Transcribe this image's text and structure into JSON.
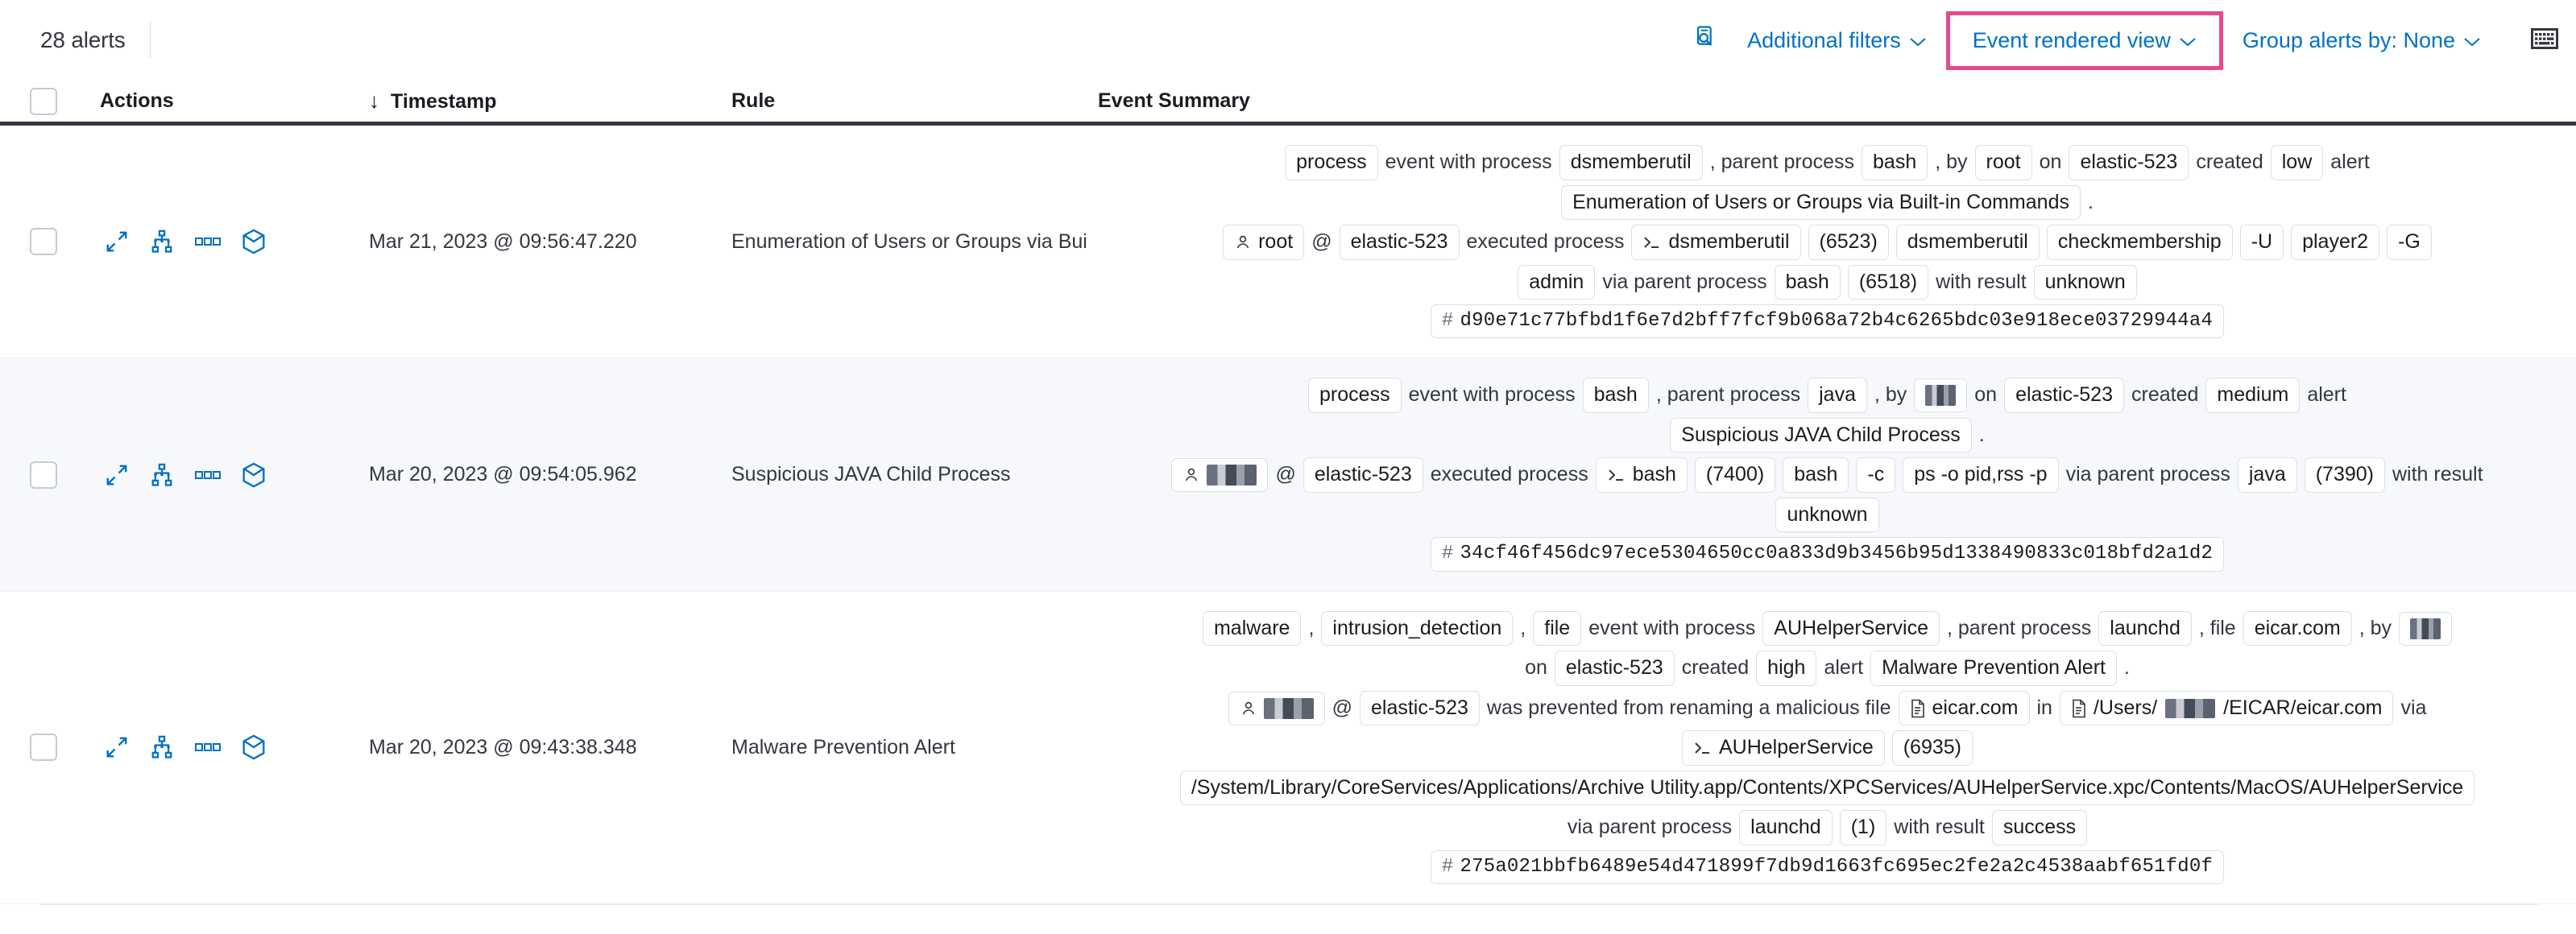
{
  "toolbar": {
    "alerts_count": "28 alerts",
    "inspect_icon": "inspect-search-icon",
    "additional_filters": "Additional filters",
    "event_rendered_view": "Event rendered view",
    "group_alerts_by": "Group alerts by: None",
    "keyboard_icon": "keyboard-icon",
    "chevron": "⌄",
    "highlight_color": "#e9488a",
    "link_color": "#0071c2"
  },
  "table": {
    "columns": {
      "actions": "Actions",
      "timestamp": "Timestamp",
      "rule": "Rule",
      "event_summary": "Event Summary",
      "sort_arrow": "↓"
    },
    "row_icons": [
      "expand-icon",
      "analyzer-icon",
      "more-actions-icon",
      "session-view-icon"
    ],
    "rows": [
      {
        "timestamp": "Mar 21, 2023 @ 09:56:47.220",
        "rule": "Enumeration of Users or Groups via Bui",
        "lines": [
          [
            {
              "t": "chip",
              "v": "process"
            },
            {
              "t": "text",
              "v": "event with process"
            },
            {
              "t": "chip",
              "v": "dsmemberutil"
            },
            {
              "t": "text",
              "v": ", parent process"
            },
            {
              "t": "chip",
              "v": "bash"
            },
            {
              "t": "text",
              "v": ", by"
            },
            {
              "t": "chip",
              "v": "root"
            },
            {
              "t": "text",
              "v": "on"
            },
            {
              "t": "chip",
              "v": "elastic-523"
            },
            {
              "t": "text",
              "v": "created"
            },
            {
              "t": "chip",
              "v": "low"
            },
            {
              "t": "text",
              "v": "alert"
            }
          ],
          [
            {
              "t": "chip",
              "v": "Enumeration of Users or Groups via Built-in Commands"
            },
            {
              "t": "text",
              "v": "."
            }
          ],
          [
            {
              "t": "chip",
              "v": "root",
              "icon": "user-icon"
            },
            {
              "t": "text",
              "v": "@"
            },
            {
              "t": "chip",
              "v": "elastic-523"
            },
            {
              "t": "text",
              "v": "executed process"
            },
            {
              "t": "chip",
              "v": "dsmemberutil",
              "icon": "console-icon"
            },
            {
              "t": "chip",
              "v": "(6523)"
            },
            {
              "t": "chip",
              "v": "dsmemberutil"
            },
            {
              "t": "chip",
              "v": "checkmembership"
            },
            {
              "t": "chip",
              "v": "-U"
            },
            {
              "t": "chip",
              "v": "player2"
            },
            {
              "t": "chip",
              "v": "-G"
            }
          ],
          [
            {
              "t": "chip",
              "v": "admin"
            },
            {
              "t": "text",
              "v": "via parent process"
            },
            {
              "t": "chip",
              "v": "bash"
            },
            {
              "t": "chip",
              "v": "(6518)"
            },
            {
              "t": "text",
              "v": "with result"
            },
            {
              "t": "chip",
              "v": "unknown"
            }
          ],
          [
            {
              "t": "hash",
              "v": "d90e71c77bfbd1f6e7d2bff7fcf9b068a72b4c6265bdc03e918ece03729944a4"
            }
          ]
        ]
      },
      {
        "timestamp": "Mar 20, 2023 @ 09:54:05.962",
        "rule": "Suspicious JAVA Child Process",
        "lines": [
          [
            {
              "t": "chip",
              "v": "process"
            },
            {
              "t": "text",
              "v": "event with process"
            },
            {
              "t": "chip",
              "v": "bash"
            },
            {
              "t": "text",
              "v": ", parent process"
            },
            {
              "t": "chip",
              "v": "java"
            },
            {
              "t": "text",
              "v": ", by"
            },
            {
              "t": "chip",
              "v": "",
              "redacted": "w3"
            },
            {
              "t": "text",
              "v": "on"
            },
            {
              "t": "chip",
              "v": "elastic-523"
            },
            {
              "t": "text",
              "v": "created"
            },
            {
              "t": "chip",
              "v": "medium"
            },
            {
              "t": "text",
              "v": "alert"
            }
          ],
          [
            {
              "t": "chip",
              "v": "Suspicious JAVA Child Process"
            },
            {
              "t": "text",
              "v": "."
            }
          ],
          [
            {
              "t": "chip",
              "v": "",
              "redacted": "w2",
              "icon": "user-icon"
            },
            {
              "t": "text",
              "v": "@"
            },
            {
              "t": "chip",
              "v": "elastic-523"
            },
            {
              "t": "text",
              "v": "executed process"
            },
            {
              "t": "chip",
              "v": "bash",
              "icon": "console-icon"
            },
            {
              "t": "chip",
              "v": "(7400)"
            },
            {
              "t": "chip",
              "v": "bash"
            },
            {
              "t": "chip",
              "v": "-c"
            },
            {
              "t": "chip",
              "v": "ps -o pid,rss -p"
            },
            {
              "t": "text",
              "v": "via parent process"
            },
            {
              "t": "chip",
              "v": "java"
            },
            {
              "t": "chip",
              "v": "(7390)"
            },
            {
              "t": "text",
              "v": "with result"
            }
          ],
          [
            {
              "t": "chip",
              "v": "unknown"
            }
          ],
          [
            {
              "t": "hash",
              "v": "34cf46f456dc97ece5304650cc0a833d9b3456b95d1338490833c018bfd2a1d2"
            }
          ]
        ]
      },
      {
        "timestamp": "Mar 20, 2023 @ 09:43:38.348",
        "rule": "Malware Prevention Alert",
        "lines": [
          [
            {
              "t": "chip",
              "v": "malware"
            },
            {
              "t": "text",
              "v": ","
            },
            {
              "t": "chip",
              "v": "intrusion_detection"
            },
            {
              "t": "text",
              "v": ","
            },
            {
              "t": "chip",
              "v": "file"
            },
            {
              "t": "text",
              "v": "event with process"
            },
            {
              "t": "chip",
              "v": "AUHelperService"
            },
            {
              "t": "text",
              "v": ", parent process"
            },
            {
              "t": "chip",
              "v": "launchd"
            },
            {
              "t": "text",
              "v": ", file"
            },
            {
              "t": "chip",
              "v": "eicar.com"
            },
            {
              "t": "text",
              "v": ", by"
            },
            {
              "t": "chip",
              "v": "",
              "redacted": "w3"
            }
          ],
          [
            {
              "t": "text",
              "v": "on"
            },
            {
              "t": "chip",
              "v": "elastic-523"
            },
            {
              "t": "text",
              "v": "created"
            },
            {
              "t": "chip",
              "v": "high"
            },
            {
              "t": "text",
              "v": "alert"
            },
            {
              "t": "chip",
              "v": "Malware Prevention Alert"
            },
            {
              "t": "text",
              "v": "."
            }
          ],
          [
            {
              "t": "chip",
              "v": "",
              "redacted": "w2",
              "icon": "user-icon"
            },
            {
              "t": "text",
              "v": "@"
            },
            {
              "t": "chip",
              "v": "elastic-523"
            },
            {
              "t": "text",
              "v": "was prevented from renaming a malicious file"
            },
            {
              "t": "chip",
              "v": "eicar.com",
              "icon": "file-icon"
            },
            {
              "t": "text",
              "v": "in"
            },
            {
              "t": "chip",
              "v": "/Users/",
              "suffix": "/EICAR/eicar.com",
              "redacted_mid": "w2",
              "icon": "file-icon"
            },
            {
              "t": "text",
              "v": "via"
            }
          ],
          [
            {
              "t": "chip",
              "v": "AUHelperService",
              "icon": "console-icon"
            },
            {
              "t": "chip",
              "v": "(6935)"
            }
          ],
          [
            {
              "t": "chip",
              "v": "/System/Library/CoreServices/Applications/Archive Utility.app/Contents/XPCServices/AUHelperService.xpc/Contents/MacOS/AUHelperService"
            }
          ],
          [
            {
              "t": "text",
              "v": "via parent process"
            },
            {
              "t": "chip",
              "v": "launchd"
            },
            {
              "t": "chip",
              "v": "(1)"
            },
            {
              "t": "text",
              "v": "with result"
            },
            {
              "t": "chip",
              "v": "success"
            }
          ],
          [
            {
              "t": "hash",
              "v": "275a021bbfb6489e54d471899f7db9d1663fc695ec2fe2a2c4538aabf651fd0f"
            }
          ]
        ]
      }
    ]
  }
}
